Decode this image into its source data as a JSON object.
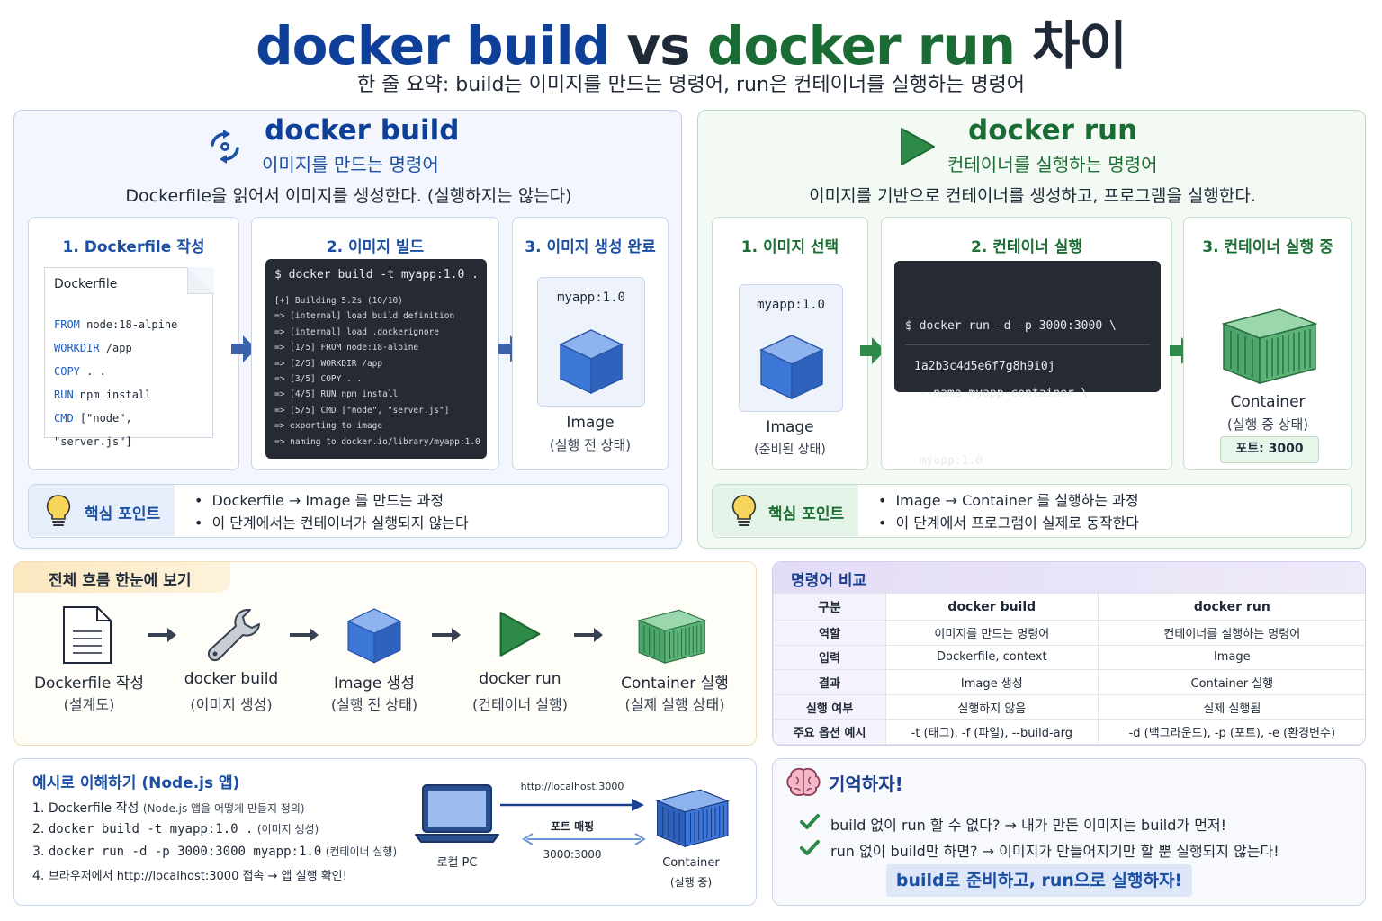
{
  "header": {
    "title_part1": "docker build",
    "title_vs": "vs",
    "title_part2": "docker run",
    "title_part3": "차이",
    "subtitle": "한 줄 요약: build는 이미지를 만드는 명령어, run은 컨테이너를 실행하는 명령어"
  },
  "build": {
    "title": "docker build",
    "subtitle": "이미지를 만드는 명령어",
    "description": "Dockerfile을 읽어서 이미지를 생성한다. (실행하지는 않는다)",
    "step1": {
      "title": "1. Dockerfile 작성",
      "file_name": "Dockerfile",
      "lines": [
        {
          "kw": "FROM",
          "rest": " node:18-alpine"
        },
        {
          "kw": "WORKDIR",
          "rest": " /app"
        },
        {
          "kw": "COPY",
          "rest": " . ."
        },
        {
          "kw": "RUN",
          "rest": " npm install"
        },
        {
          "kw": "CMD",
          "rest": " [\"node\", \"server.js\"]"
        }
      ]
    },
    "step2": {
      "title": "2. 이미지 빌드",
      "command": "$ docker build -t myapp:1.0 .",
      "output": [
        "[+] Building 5.2s (10/10)",
        "=> [internal] load build definition",
        "=> [internal] load .dockerignore",
        "=> [1/5] FROM node:18-alpine",
        "=> [2/5] WORKDIR /app",
        "=> [3/5] COPY . .",
        "=> [4/5] RUN npm install",
        "=> [5/5] CMD [\"node\", \"server.js\"]",
        "=> exporting to image",
        "=> naming to docker.io/library/myapp:1.0"
      ]
    },
    "step3": {
      "title": "3. 이미지 생성 완료",
      "tag": "myapp:1.0",
      "label": "Image",
      "state": "(실행 전 상태)"
    },
    "key": {
      "label": "핵심 포인트",
      "points": [
        "Dockerfile → Image 를 만드는 과정",
        "이 단계에서는 컨테이너가 실행되지 않는다"
      ]
    }
  },
  "run": {
    "title": "docker run",
    "subtitle": "컨테이너를 실행하는 명령어",
    "description": "이미지를 기반으로 컨테이너를 생성하고, 프로그램을 실행한다.",
    "step1": {
      "title": "1. 이미지 선택",
      "tag": "myapp:1.0",
      "label": "Image",
      "state": "(준비된 상태)"
    },
    "step2": {
      "title": "2. 컨테이너 실행",
      "command_lines": [
        "$ docker run -d -p 3000:3000 \\",
        "  --name myapp-container \\",
        "  myapp:1.0"
      ],
      "container_id": "1a2b3c4d5e6f7g8h9i0j"
    },
    "step3": {
      "title": "3. 컨테이너 실행 중",
      "label": "Container",
      "state": "(실행 중 상태)",
      "port": "포트: 3000"
    },
    "key": {
      "label": "핵심 포인트",
      "points": [
        "Image → Container 를 실행하는 과정",
        "이 단계에서 프로그램이 실제로 동작한다"
      ]
    }
  },
  "flow": {
    "title": "전체 흐름 한눈에 보기",
    "items": [
      {
        "label": "Dockerfile 작성",
        "sub": "(설계도)"
      },
      {
        "label": "docker build",
        "sub": "(이미지 생성)"
      },
      {
        "label": "Image 생성",
        "sub": "(실행 전 상태)"
      },
      {
        "label": "docker run",
        "sub": "(컨테이너 실행)"
      },
      {
        "label": "Container 실행",
        "sub": "(실제 실행 상태)"
      }
    ]
  },
  "compare": {
    "title": "명령어 비교",
    "headers": [
      "구분",
      "docker build",
      "docker run"
    ],
    "rows": [
      [
        "역할",
        "이미지를 만드는 명령어",
        "컨테이너를 실행하는 명령어"
      ],
      [
        "입력",
        "Dockerfile, context",
        "Image"
      ],
      [
        "결과",
        "Image 생성",
        "Container 실행"
      ],
      [
        "실행 여부",
        "실행하지 않음",
        "실제 실행됨"
      ],
      [
        "주요 옵션 예시",
        "-t (태그), -f (파일), --build-arg",
        "-d (백그라운드), -p (포트), -e (환경변수)"
      ]
    ]
  },
  "example": {
    "title": "예시로 이해하기 (Node.js 앱)",
    "steps": [
      {
        "num": "1.",
        "main": "Dockerfile 작성",
        "note": "(Node.js 앱을 어떻게 만들지 정의)"
      },
      {
        "num": "2.",
        "main": "docker build -t myapp:1.0 .",
        "note": "(이미지 생성)"
      },
      {
        "num": "3.",
        "main": "docker run -d -p 3000:3000 myapp:1.0",
        "note": "(컨테이너 실행)"
      },
      {
        "num": "4.",
        "main": "브라우저에서 http://localhost:3000 접속 → 앱 실행 확인!",
        "note": ""
      }
    ],
    "pc_label": "로컬 PC",
    "url": "http://localhost:3000",
    "mapping_label": "포트 매핑",
    "mapping": "3000:3000",
    "container_label": "Container",
    "container_state": "(실행 중)"
  },
  "remember": {
    "title": "기억하자!",
    "items": [
      "build 없이 run 할 수 없다? → 내가 만든 이미지는 build가 먼저!",
      "run 없이 build만 하면? → 이미지가 만들어지기만 할 뿐 실행되지 않는다!"
    ],
    "motto": "build로 준비하고, run으로 실행하자!"
  },
  "colors": {
    "build_accent": "#0e3f99",
    "run_accent": "#1a6b34",
    "cube": "#3d78d8",
    "container": "#5bb378"
  }
}
